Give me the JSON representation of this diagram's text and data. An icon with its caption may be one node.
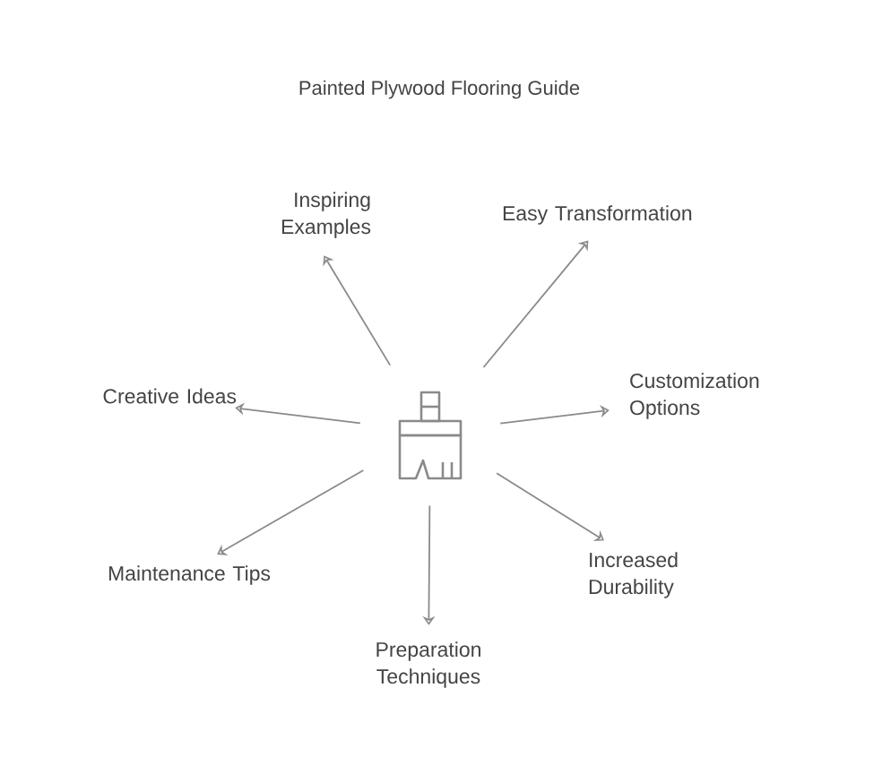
{
  "diagram": {
    "title": "Painted Plywood Flooring Guide",
    "nodes": [
      {
        "text": [],
        "shape": "picture"
      },
      {
        "text": [
          "Inspiring Examples"
        ]
      },
      {
        "text": [
          "Easy Transformation"
        ]
      },
      {
        "text": [
          "Creative Ideas"
        ]
      },
      {
        "text": [
          "Customization Options"
        ]
      },
      {
        "text": [
          "Maintenance Tips"
        ]
      },
      {
        "text": [
          "Increased Durability"
        ]
      },
      {
        "text": [
          "Preparation Techniques"
        ]
      }
    ],
    "edges": [
      {
        "from": 0,
        "to": 1,
        "arrow": "to"
      },
      {
        "from": 0,
        "to": 2,
        "arrow": "to"
      },
      {
        "from": 0,
        "to": 3,
        "arrow": "to"
      },
      {
        "from": 0,
        "to": 4,
        "arrow": "to"
      },
      {
        "from": 0,
        "to": 5,
        "arrow": "to"
      },
      {
        "from": 0,
        "to": 6,
        "arrow": "to"
      },
      {
        "from": 0,
        "to": 7,
        "arrow": "to"
      }
    ]
  }
}
